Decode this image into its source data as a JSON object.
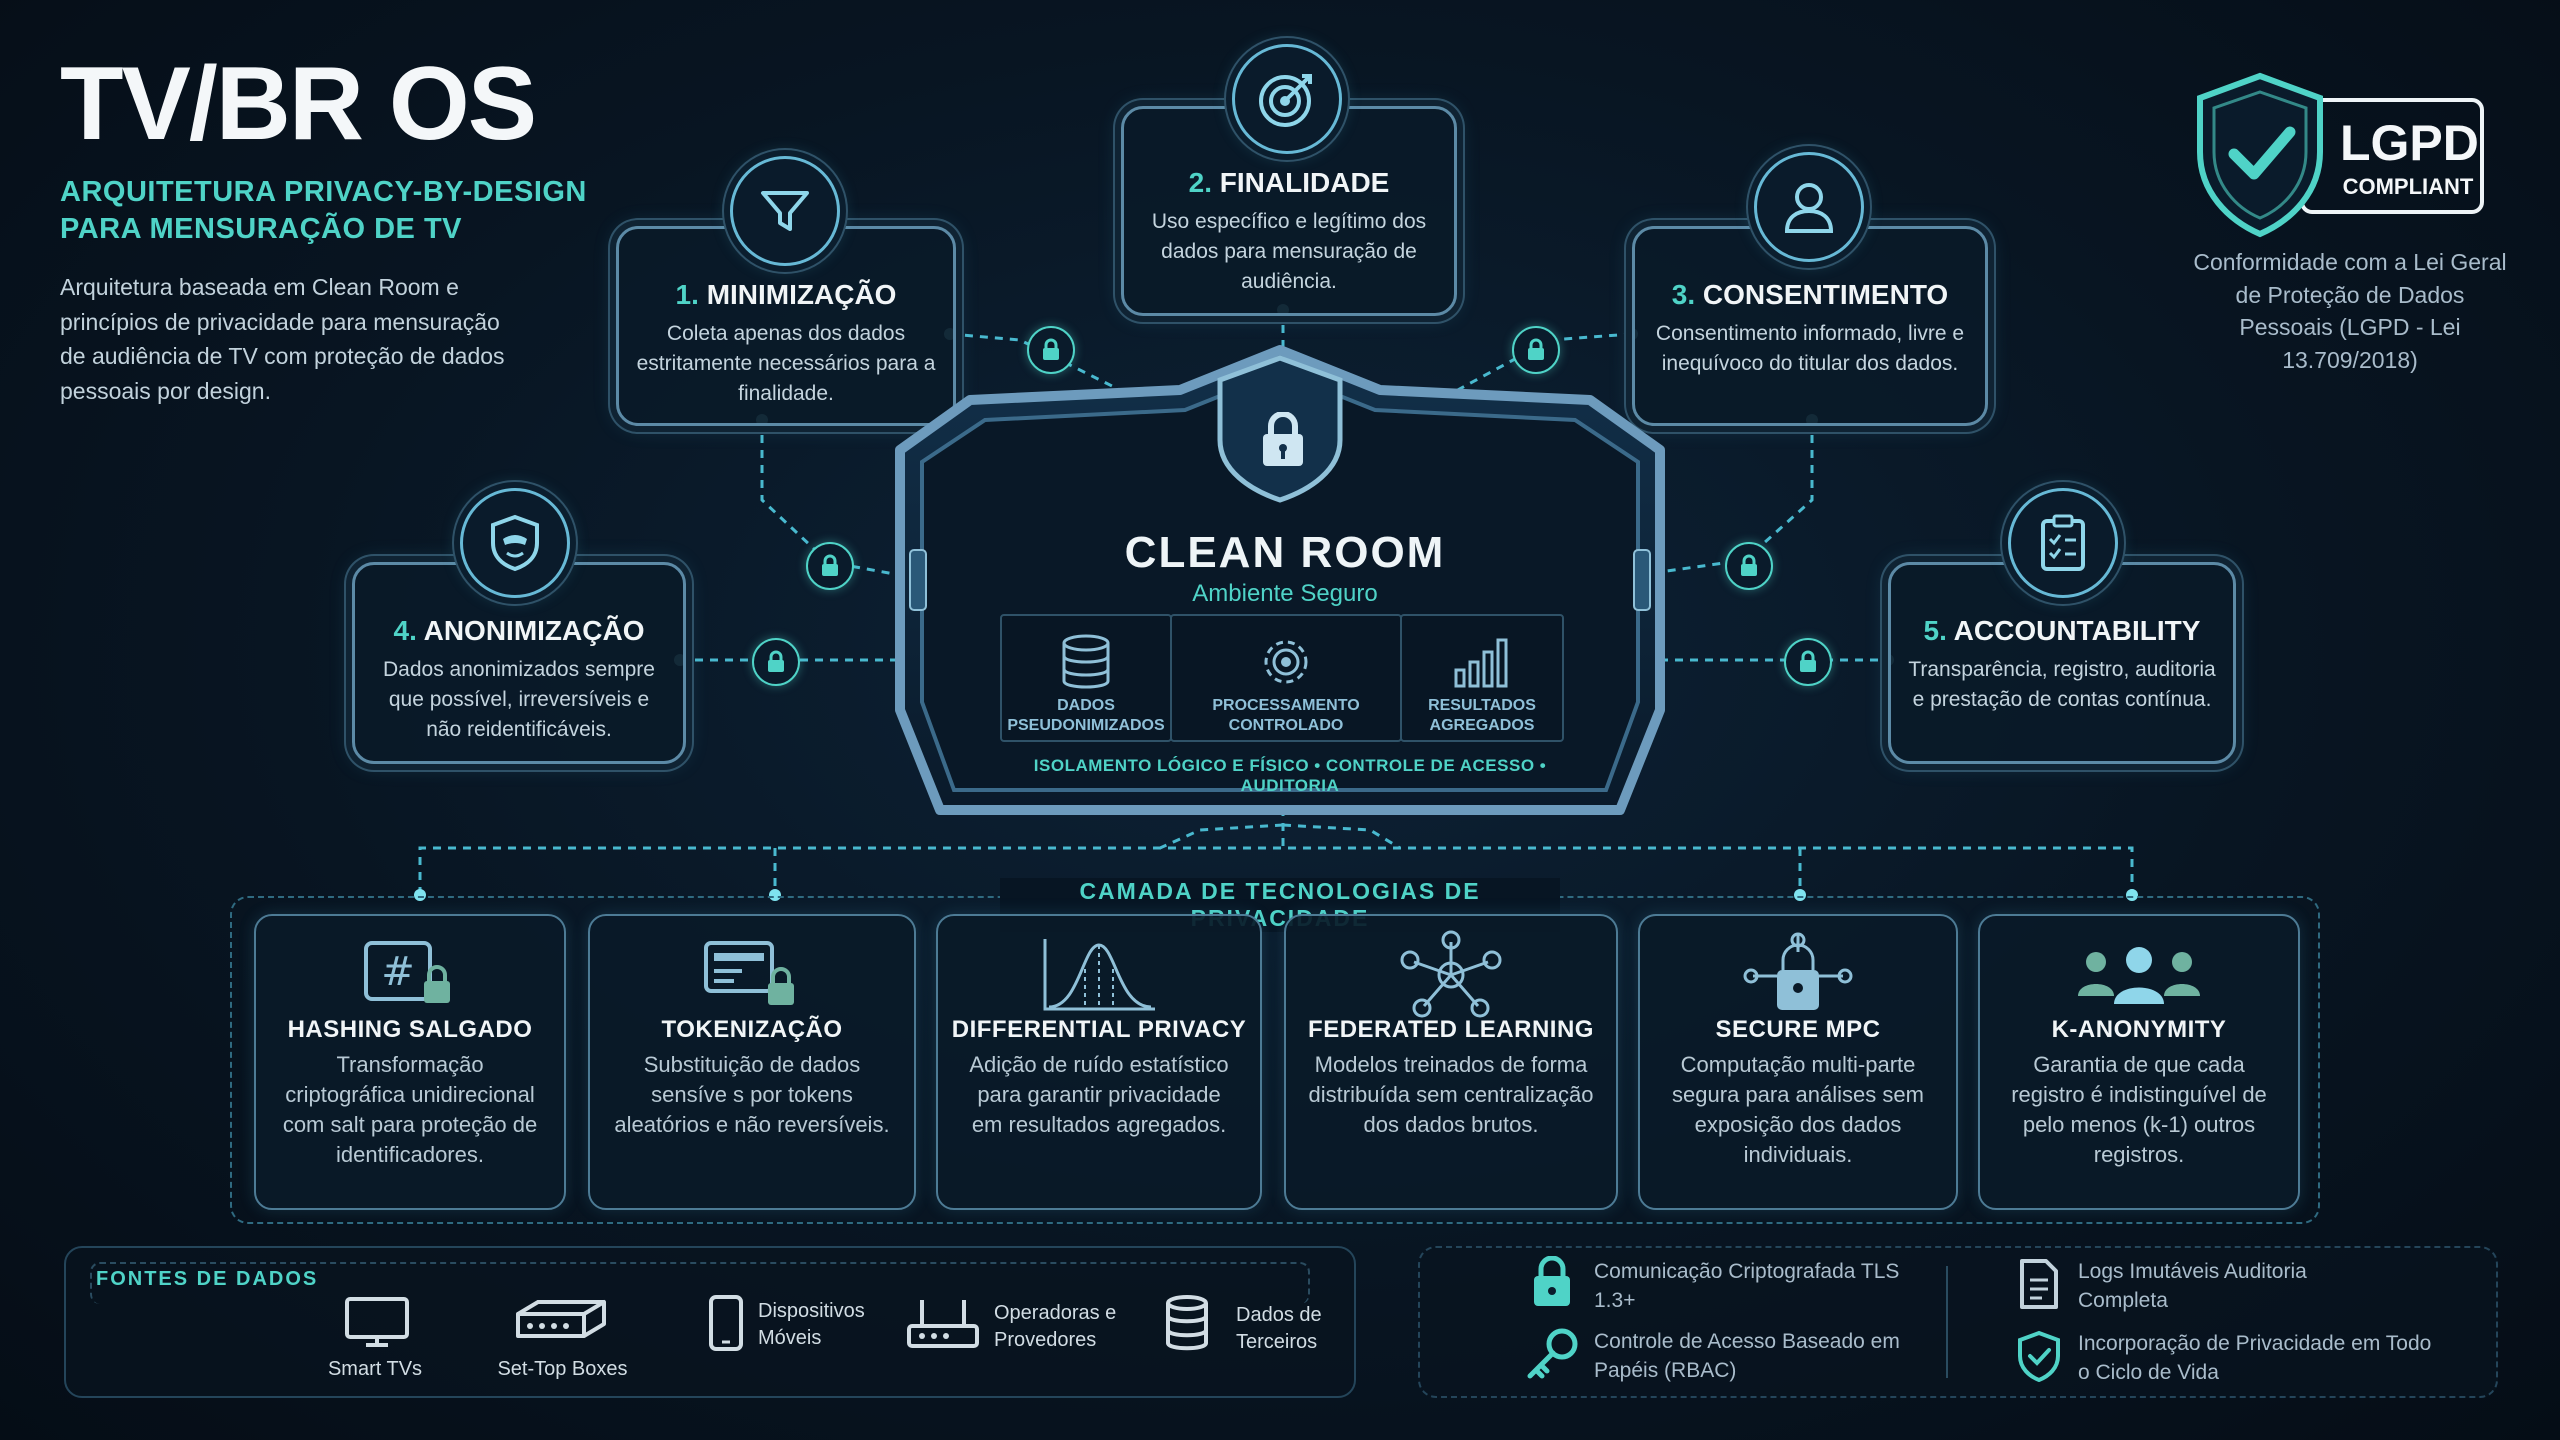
{
  "header": {
    "title": "TV/BR OS",
    "subtitle": "ARQUITETURA PRIVACY-BY-DESIGN PARA MENSURAÇÃO DE TV",
    "description": "Arquitetura baseada em Clean Room e princípios de privacidade para mensuração de audiência de TV com proteção de dados pessoais por design."
  },
  "lgpd": {
    "badge_title": "LGPD",
    "badge_sub": "COMPLIANT",
    "note": "Conformidade com a Lei Geral de Proteção de Dados Pessoais (LGPD - Lei 13.709/2018)"
  },
  "principles": [
    {
      "num": "1.",
      "title": "MINIMIZAÇÃO",
      "text": "Coleta apenas dos dados estritamente necessários para a finalidade.",
      "icon": "filter-icon"
    },
    {
      "num": "2.",
      "title": "FINALIDADE",
      "text": "Uso específico e legítimo dos dados para mensuração de audiência.",
      "icon": "target-icon"
    },
    {
      "num": "3.",
      "title": "CONSENTIMENTO",
      "text": "Consentimento informado, livre e inequívoco do titular dos dados.",
      "icon": "user-icon"
    },
    {
      "num": "4.",
      "title": "ANONIMIZAÇÃO",
      "text": "Dados anonimizados sempre que possível, irreversíveis e não reidentificáveis.",
      "icon": "masked-shield-icon"
    },
    {
      "num": "5.",
      "title": "ACCOUNTABILITY",
      "text": "Transparência, registro, auditoria e prestação de contas contínua.",
      "icon": "clipboard-checklist-icon"
    }
  ],
  "clean_room": {
    "title": "CLEAN ROOM",
    "subtitle": "Ambiente Seguro",
    "cells": [
      "DADOS PSEUDONIMIZADOS",
      "PROCESSAMENTO CONTROLADO",
      "RESULTADOS AGREGADOS"
    ],
    "footer": "ISOLAMENTO LÓGICO E FÍSICO  •  CONTROLE DE ACESSO  •  AUDITORIA"
  },
  "tech_layer": {
    "title": "CAMADA DE TECNOLOGIAS DE PRIVACIDADE",
    "items": [
      {
        "name": "HASHING SALGADO",
        "text": "Transformação criptográfica unidirecional com salt para proteção de identificadores.",
        "icon": "hash-lock-icon"
      },
      {
        "name": "TOKENIZAÇÃO",
        "text": "Substituição de dados sensíve s por tokens aleatórios e não reversíveis.",
        "icon": "token-card-icon"
      },
      {
        "name": "DIFFERENTIAL PRIVACY",
        "text": "Adição de ruído estatístico para garantir privacidade em resultados agregados.",
        "icon": "bell-curve-icon"
      },
      {
        "name": "FEDERATED LEARNING",
        "text": "Modelos treinados de forma distribuída sem centralização dos dados brutos.",
        "icon": "network-nodes-icon"
      },
      {
        "name": "SECURE MPC",
        "text": "Computação multi-parte segura para análises sem exposição dos dados individuais.",
        "icon": "lock-network-icon"
      },
      {
        "name": "K-ANONYMITY",
        "text": "Garantia de que cada registro é indistinguível de pelo menos (k-1) outros registros.",
        "icon": "people-group-icon"
      }
    ]
  },
  "sources": {
    "title": "FONTES DE DADOS",
    "items": [
      {
        "label": "Smart TVs",
        "icon": "tv-icon"
      },
      {
        "label": "Set-Top Boxes",
        "icon": "set-top-box-icon"
      },
      {
        "label": "Dispositivos Móveis",
        "icon": "smartphone-icon"
      },
      {
        "label": "Operadoras e Provedores",
        "icon": "router-icon"
      },
      {
        "label": "Dados de Terceiros",
        "icon": "database-icon"
      }
    ]
  },
  "security": [
    {
      "label": "Comunicação Criptografada TLS 1.3+",
      "icon": "padlock-icon"
    },
    {
      "label": "Controle de Acesso Baseado em Papéis (RBAC)",
      "icon": "key-icon"
    },
    {
      "label": "Logs Imutáveis Auditoria Completa",
      "icon": "document-log-icon"
    },
    {
      "label": "Incorporação de Privacidade em Todo o Ciclo de Vida",
      "icon": "shield-check-icon"
    }
  ],
  "colors": {
    "accent": "#4fd3c7",
    "frame": "#5c8aa6",
    "background": "#081522"
  }
}
